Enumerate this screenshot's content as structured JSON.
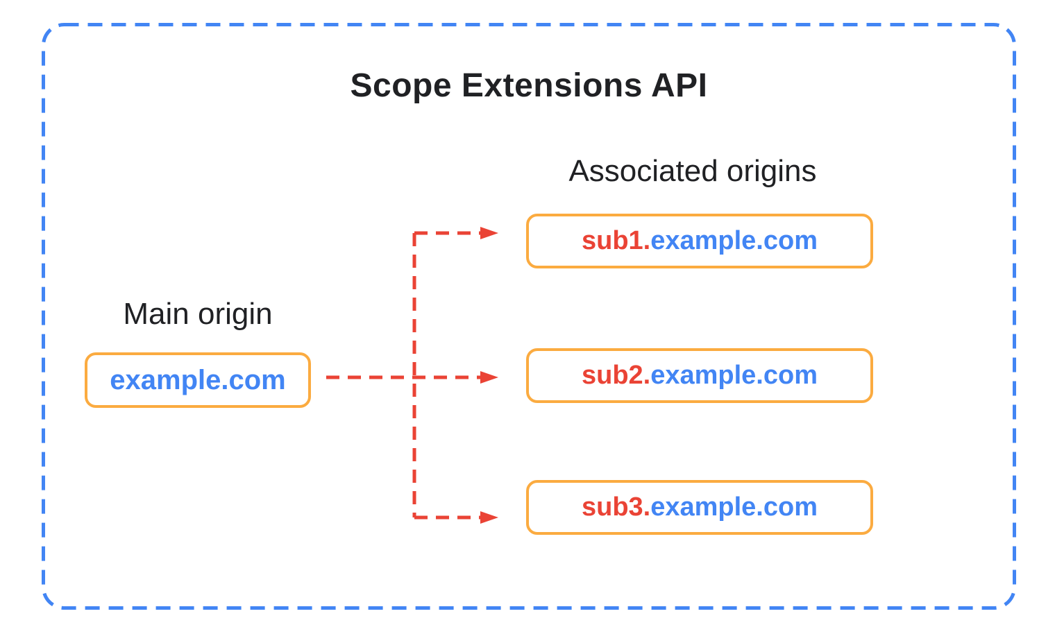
{
  "title": "Scope Extensions API",
  "colors": {
    "border_blue": "#4285F4",
    "accent_blue": "#4285F4",
    "accent_red": "#EA4335",
    "box_orange": "#FBAB40",
    "text_black": "#202124",
    "background": "#FFFFFF"
  },
  "main_origin": {
    "label": "Main origin",
    "domain": "example.com"
  },
  "associated_origins": {
    "label": "Associated origins",
    "items": [
      {
        "subdomain": "sub1.",
        "domain": "example.com"
      },
      {
        "subdomain": "sub2.",
        "domain": "example.com"
      },
      {
        "subdomain": "sub3.",
        "domain": "example.com"
      }
    ]
  }
}
